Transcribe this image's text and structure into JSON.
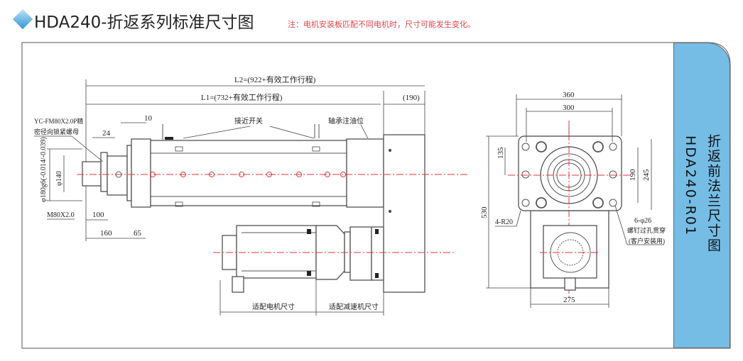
{
  "header": {
    "title": "HDA240-折返系列标准尺寸图",
    "note": "注：电机安装板匹配不同电机时，尺寸可能发生变化。",
    "accent_color": "#2f95d6",
    "note_color": "#e0454d"
  },
  "side_view": {
    "l2": "L2=(922+有效工作行程)",
    "l1": "L1=(732+有效工作行程)",
    "offset": "(190)",
    "dim_10": "10",
    "dim_24": "24",
    "nut_label_1": "YC-FM80X2.0P精",
    "nut_label_2": "密径向锁紧螺母",
    "proximity_switch": "接近开关",
    "bearing_oil": "轴承注油位",
    "phi180": "φ180g6(-0.014/-0.039)",
    "phi140": "φ140",
    "thread": "M80X2.0",
    "dim_100": "100",
    "dim_160": "160",
    "dim_65": "65",
    "motor_size": "适配电机尺寸",
    "reducer_size": "适配减速机尺寸"
  },
  "flange_view": {
    "dim_360": "360",
    "dim_300": "300",
    "dim_135": "135",
    "dim_190": "190",
    "dim_245": "245",
    "dim_530": "530",
    "dim_275": "275",
    "radius": "4-R20",
    "holes": "6-φ26",
    "holes_note_1": "螺钉过孔贯穿",
    "holes_note_2": "(客户安装用)"
  },
  "panel": {
    "title": "折返前法兰尺寸图",
    "code": "HDA240-R01",
    "color": "#76bde6"
  }
}
